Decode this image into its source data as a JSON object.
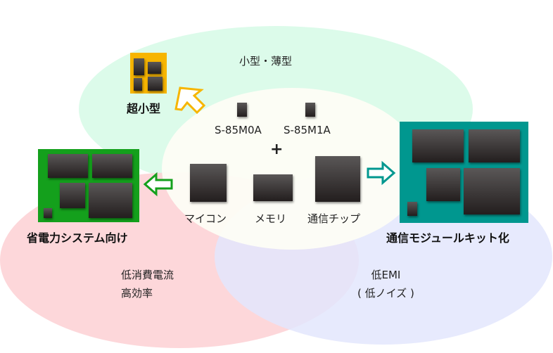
{
  "regions": {
    "small": "小型・薄型",
    "power": [
      "低消費電流",
      "高効率"
    ],
    "emi": [
      "低EMI",
      "( 低ノイズ )"
    ]
  },
  "products": [
    "S-85M0A",
    "S-85M1A"
  ],
  "plus": "+",
  "components": [
    "マイコン",
    "メモリ",
    "通信チップ"
  ],
  "outcomes": {
    "ultra_small": "超小型",
    "power_system": "省電力システム向け",
    "comm_module": "通信モジュールキット化"
  },
  "colors": {
    "green_region": "#d8fbe8",
    "pink_region": "#fdd0d3",
    "blue_region": "#e3e6fd",
    "yellow_board": "#f7b500",
    "green_board": "#14a01c",
    "teal_board": "#00978f"
  }
}
